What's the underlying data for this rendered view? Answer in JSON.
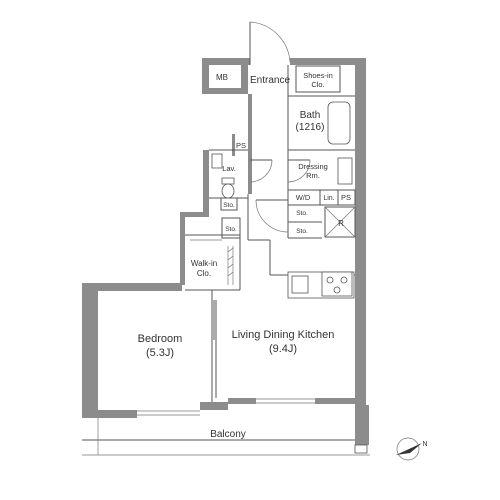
{
  "rooms": {
    "mb": "MB",
    "entrance": "Entrance",
    "shoes_line1": "Shoes-in",
    "shoes_line2": "Clo.",
    "bath_line1": "Bath",
    "bath_line2": "(1216)",
    "ps_left": "PS",
    "lav": "Lav.",
    "dressing_line1": "Dressing",
    "dressing_line2": "Rm.",
    "wd": "W/D",
    "lin": "Lin.",
    "ps_right": "PS",
    "sto_1": "Sto.",
    "sto_2": "Sto.",
    "sto_3": "Sto.",
    "sto_4": "Sto.",
    "refrigerator": "R",
    "walkin_line1": "Walk-in",
    "walkin_line2": "Clo.",
    "bedroom_line1": "Bedroom",
    "bedroom_line2": "(5.3J)",
    "ldk_line1": "Living Dining Kitchen",
    "ldk_line2": "(9.4J)",
    "balcony": "Balcony"
  },
  "compass": {
    "north_label": "N"
  },
  "colors": {
    "wall": "#8c8c8c",
    "line": "#555555",
    "text": "#333333",
    "background": "#ffffff"
  }
}
